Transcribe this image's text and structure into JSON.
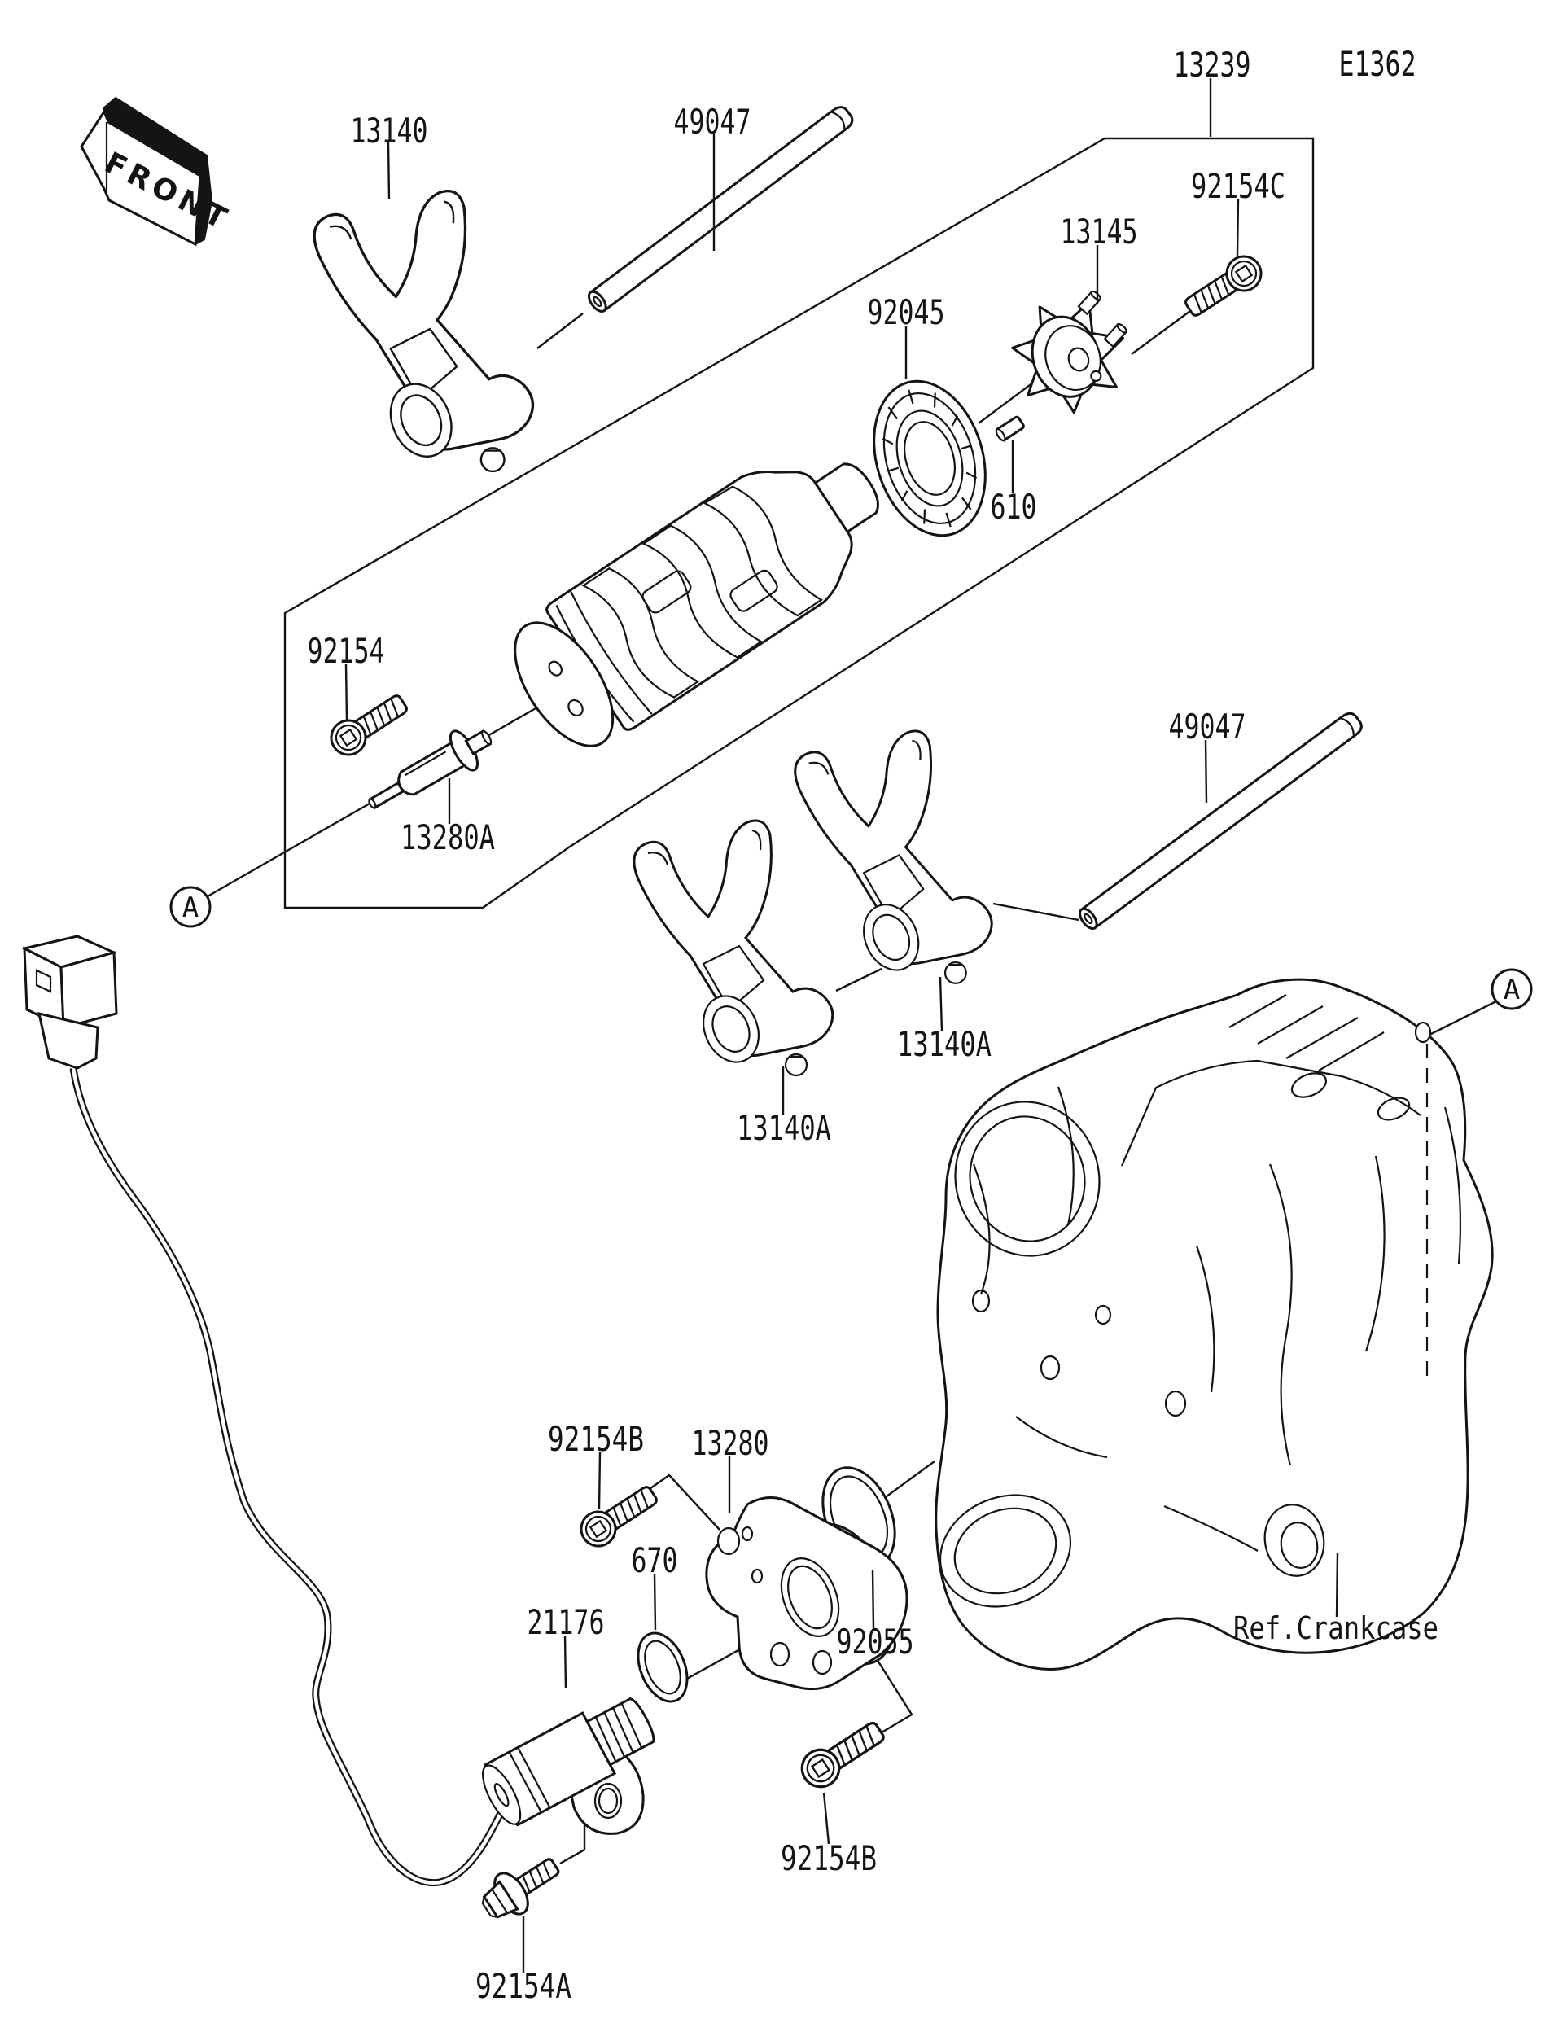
{
  "figure": {
    "front_marker": "FRONT",
    "page_code": "E1362",
    "detail_marker": "A",
    "ref_label": "Ref.Crankcase"
  },
  "part_labels": {
    "shift_fork_top": "13140",
    "shift_rod_top": "49047",
    "drum_assembly_box": "13239",
    "bolt_c": "92154C",
    "cam_holder": "13145",
    "bearing": "92045",
    "pin": "610",
    "bolt_plain": "92154",
    "pin_holder": "13280A",
    "shift_rod_lower": "49047",
    "shift_fork_out_right": "13140A",
    "shift_fork_out_left": "13140A",
    "bolt_b1": "92154B",
    "drum_bearing_holder": "13280",
    "oring_small": "670",
    "gear_position_sensor": "21176",
    "oring_large": "92055",
    "bolt_b2": "92154B",
    "bolt_a": "92154A"
  },
  "colors": {
    "line": "#141414",
    "background": "#ffffff"
  }
}
